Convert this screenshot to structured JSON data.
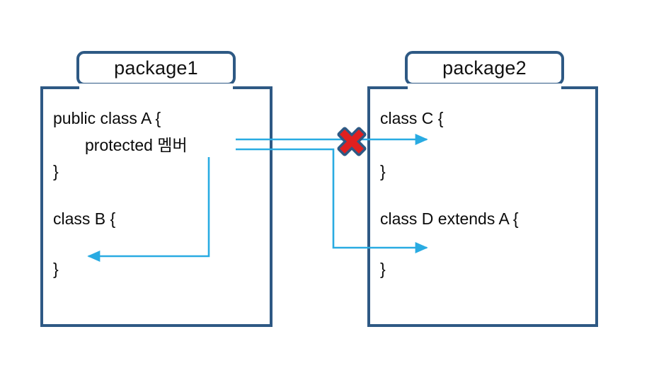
{
  "diagram": {
    "title": "protected member access across packages",
    "colors": {
      "package_border": "#2E5984",
      "arrow": "#29ABE2",
      "blocked_marker": "#E02020",
      "blocked_marker_outline": "#2E5984",
      "text": "#0b0b0b",
      "background": "#ffffff"
    }
  },
  "packages": [
    {
      "id": "package1",
      "tab_label": "package1",
      "lines": [
        {
          "text": "public class A {",
          "indent": false
        },
        {
          "text": "protected 멤버",
          "indent": true
        },
        {
          "text": "}",
          "indent": false
        },
        {
          "text": "class B {",
          "indent": false
        },
        {
          "text": "}",
          "indent": false
        }
      ]
    },
    {
      "id": "package2",
      "tab_label": "package2",
      "lines": [
        {
          "text": "class C {",
          "indent": false
        },
        {
          "text": "}",
          "indent": false
        },
        {
          "text": "class D extends A {",
          "indent": false
        },
        {
          "text": "}",
          "indent": false
        }
      ]
    }
  ],
  "connections": [
    {
      "id": "a-to-c",
      "from": "protected 멤버",
      "to": "class C {",
      "allowed": false,
      "marker": "red-x",
      "marker_label": "access blocked"
    },
    {
      "id": "a-to-d",
      "from": "protected 멤버",
      "to": "class D extends A {",
      "allowed": true,
      "marker": "none",
      "marker_label": ""
    },
    {
      "id": "a-to-b",
      "from": "protected 멤버",
      "to": "class B {",
      "allowed": true,
      "marker": "none",
      "marker_label": ""
    }
  ]
}
